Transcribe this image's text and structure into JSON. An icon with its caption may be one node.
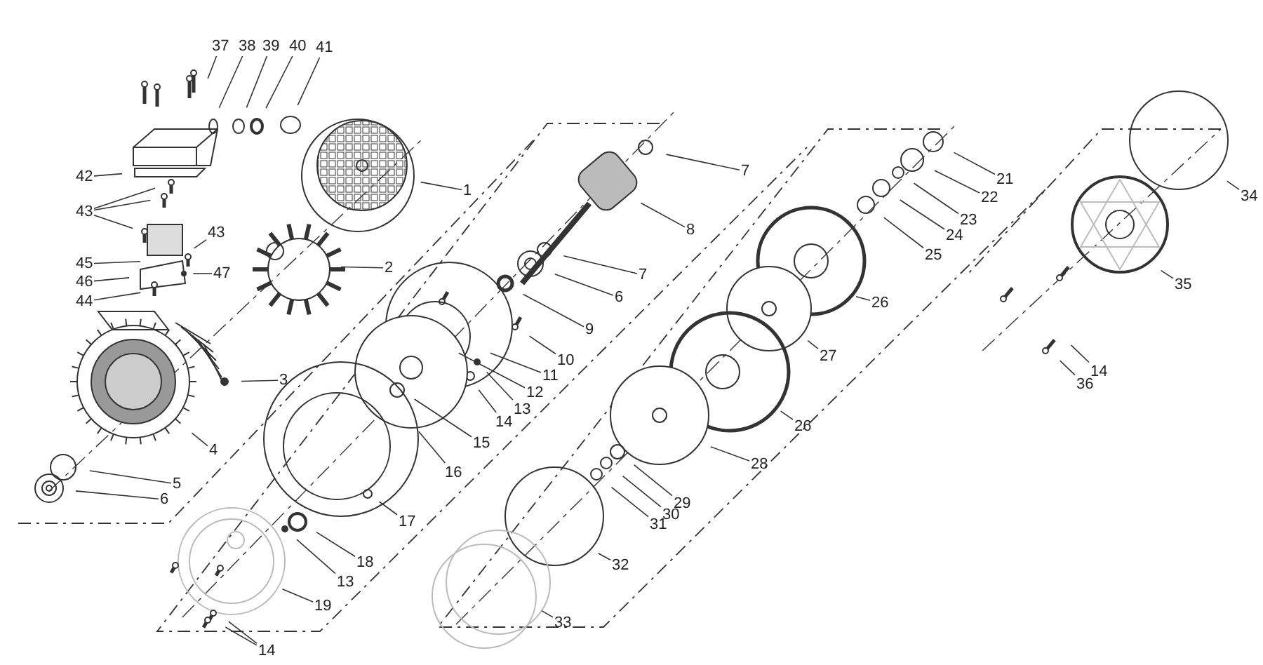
{
  "diagram": {
    "nodes": [
      {
        "text": [
          "37"
        ]
      },
      {
        "text": [
          "38"
        ]
      },
      {
        "text": [
          "39"
        ]
      },
      {
        "text": [
          "40"
        ]
      },
      {
        "text": [
          "41"
        ]
      },
      {
        "text": [
          "42"
        ]
      },
      {
        "text": [
          "43"
        ]
      },
      {
        "text": [
          "1"
        ]
      },
      {
        "text": [
          "43"
        ]
      },
      {
        "text": [
          "45"
        ]
      },
      {
        "text": [
          "47"
        ]
      },
      {
        "text": [
          "2"
        ]
      },
      {
        "text": [
          "46"
        ]
      },
      {
        "text": [
          "44"
        ]
      },
      {
        "text": [
          "3"
        ]
      },
      {
        "text": [
          "4"
        ]
      },
      {
        "text": [
          "5"
        ]
      },
      {
        "text": [
          "6"
        ]
      },
      {
        "text": [
          "7"
        ]
      },
      {
        "text": [
          "8"
        ]
      },
      {
        "text": [
          "7"
        ]
      },
      {
        "text": [
          "6"
        ]
      },
      {
        "text": [
          "9"
        ]
      },
      {
        "text": [
          "10"
        ]
      },
      {
        "text": [
          "11"
        ]
      },
      {
        "text": [
          "12"
        ]
      },
      {
        "text": [
          "13"
        ]
      },
      {
        "text": [
          "14"
        ]
      },
      {
        "text": [
          "15"
        ]
      },
      {
        "text": [
          "16"
        ]
      },
      {
        "text": [
          "17"
        ]
      },
      {
        "text": [
          "18"
        ]
      },
      {
        "text": [
          "13"
        ]
      },
      {
        "text": [
          "19"
        ]
      },
      {
        "text": [
          "14"
        ]
      },
      {
        "text": [
          "21"
        ]
      },
      {
        "text": [
          "22"
        ]
      },
      {
        "text": [
          "23"
        ]
      },
      {
        "text": [
          "24"
        ]
      },
      {
        "text": [
          "25"
        ]
      },
      {
        "text": [
          "26"
        ]
      },
      {
        "text": [
          "27"
        ]
      },
      {
        "text": [
          "26"
        ]
      },
      {
        "text": [
          "28"
        ]
      },
      {
        "text": [
          "29"
        ]
      },
      {
        "text": [
          "30"
        ]
      },
      {
        "text": [
          "31"
        ]
      },
      {
        "text": [
          "32"
        ]
      },
      {
        "text": [
          "33"
        ]
      },
      {
        "text": [
          "34"
        ]
      },
      {
        "text": [
          "35"
        ]
      },
      {
        "text": [
          "14"
        ]
      },
      {
        "text": [
          "36"
        ]
      }
    ],
    "edges": [
      {
        "from": 0,
        "to": null,
        "arrow": "none"
      },
      {
        "from": 1,
        "to": null,
        "arrow": "none"
      },
      {
        "from": 2,
        "to": null,
        "arrow": "none"
      },
      {
        "from": 3,
        "to": null,
        "arrow": "none"
      },
      {
        "from": 4,
        "to": null,
        "arrow": "none"
      },
      {
        "from": 5,
        "to": null,
        "arrow": "none"
      },
      {
        "from": 6,
        "to": null,
        "arrow": "none"
      },
      {
        "from": 6,
        "to": null,
        "arrow": "none"
      },
      {
        "from": 6,
        "to": null,
        "arrow": "none"
      },
      {
        "from": 7,
        "to": null,
        "arrow": "none"
      },
      {
        "from": 8,
        "to": null,
        "arrow": "none"
      },
      {
        "from": 9,
        "to": null,
        "arrow": "none"
      },
      {
        "from": 10,
        "to": null,
        "arrow": "none"
      },
      {
        "from": 11,
        "to": null,
        "arrow": "none"
      },
      {
        "from": 12,
        "to": null,
        "arrow": "none"
      },
      {
        "from": 13,
        "to": null,
        "arrow": "none"
      },
      {
        "from": 14,
        "to": null,
        "arrow": "none"
      },
      {
        "from": 15,
        "to": null,
        "arrow": "none"
      },
      {
        "from": 16,
        "to": null,
        "arrow": "none"
      },
      {
        "from": 17,
        "to": null,
        "arrow": "none"
      },
      {
        "from": 18,
        "to": null,
        "arrow": "none"
      },
      {
        "from": 19,
        "to": null,
        "arrow": "none"
      },
      {
        "from": 20,
        "to": null,
        "arrow": "none"
      },
      {
        "from": 21,
        "to": null,
        "arrow": "none"
      },
      {
        "from": 22,
        "to": null,
        "arrow": "none"
      },
      {
        "from": 23,
        "to": null,
        "arrow": "none"
      },
      {
        "from": 24,
        "to": null,
        "arrow": "none"
      },
      {
        "from": 25,
        "to": null,
        "arrow": "none"
      },
      {
        "from": 26,
        "to": null,
        "arrow": "none"
      },
      {
        "from": 27,
        "to": null,
        "arrow": "none"
      },
      {
        "from": 28,
        "to": null,
        "arrow": "none"
      },
      {
        "from": 29,
        "to": null,
        "arrow": "none"
      },
      {
        "from": 30,
        "to": null,
        "arrow": "none"
      },
      {
        "from": 31,
        "to": null,
        "arrow": "none"
      },
      {
        "from": 32,
        "to": null,
        "arrow": "none"
      },
      {
        "from": 33,
        "to": null,
        "arrow": "none"
      },
      {
        "from": 34,
        "to": null,
        "arrow": "none"
      },
      {
        "from": 34,
        "to": null,
        "arrow": "none"
      },
      {
        "from": 35,
        "to": null,
        "arrow": "none"
      },
      {
        "from": 36,
        "to": null,
        "arrow": "none"
      },
      {
        "from": 37,
        "to": null,
        "arrow": "none"
      },
      {
        "from": 38,
        "to": null,
        "arrow": "none"
      },
      {
        "from": 39,
        "to": null,
        "arrow": "none"
      },
      {
        "from": 40,
        "to": null,
        "arrow": "none"
      },
      {
        "from": 41,
        "to": null,
        "arrow": "none"
      },
      {
        "from": 42,
        "to": null,
        "arrow": "none"
      },
      {
        "from": 43,
        "to": null,
        "arrow": "none"
      },
      {
        "from": 44,
        "to": null,
        "arrow": "none"
      },
      {
        "from": 45,
        "to": null,
        "arrow": "none"
      },
      {
        "from": 46,
        "to": null,
        "arrow": "none"
      },
      {
        "from": 47,
        "to": null,
        "arrow": "none"
      },
      {
        "from": 48,
        "to": null,
        "arrow": "none"
      },
      {
        "from": 49,
        "to": null,
        "arrow": "none"
      },
      {
        "from": 50,
        "to": null,
        "arrow": "none"
      },
      {
        "from": 51,
        "to": null,
        "arrow": "none"
      },
      {
        "from": 52,
        "to": null,
        "arrow": "none"
      }
    ]
  }
}
